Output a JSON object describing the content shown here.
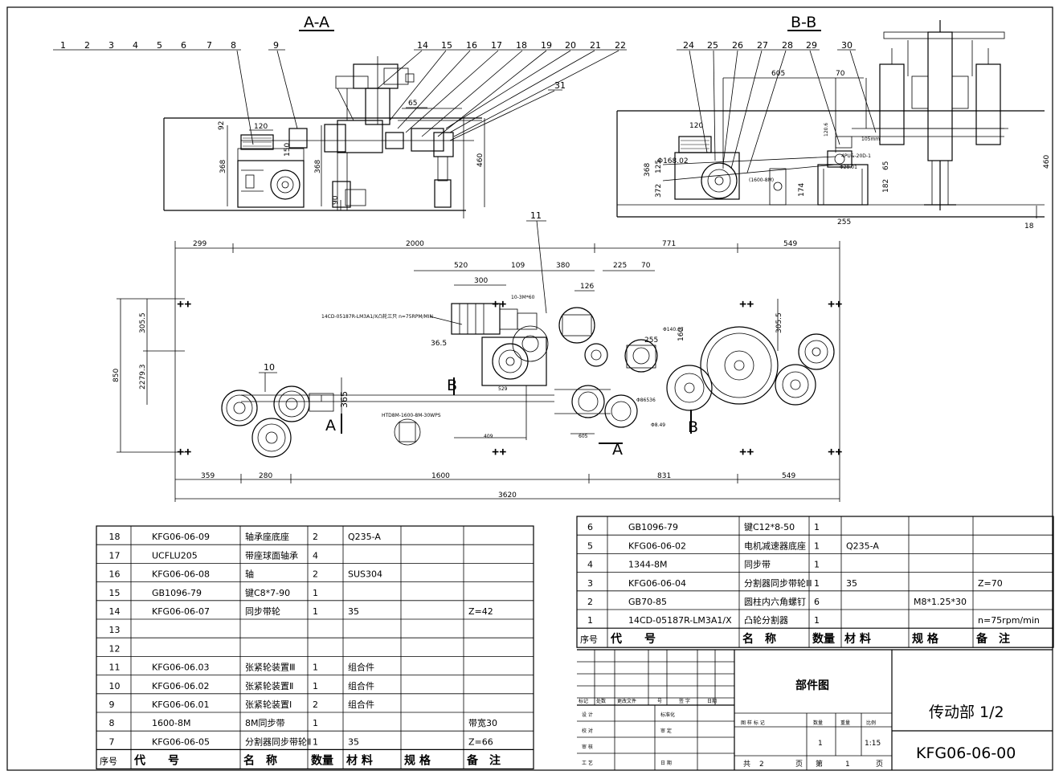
{
  "sections": {
    "aa": "A-A",
    "bb": "B-B",
    "a_marker": "A",
    "b_marker": "B"
  },
  "balloons_aa": [
    "1",
    "2",
    "3",
    "4",
    "5",
    "6",
    "7",
    "8",
    "9",
    "14",
    "15",
    "16",
    "17",
    "18",
    "19",
    "20",
    "21",
    "22",
    "31"
  ],
  "balloons_bb": [
    "24",
    "25",
    "26",
    "27",
    "28",
    "29",
    "30"
  ],
  "balloons_plan": [
    "10",
    "11"
  ],
  "dims_aa": [
    "120",
    "92",
    "368",
    "368",
    "460",
    "150",
    "90",
    "65"
  ],
  "dims_bb": [
    "605",
    "70",
    "120",
    "120.6",
    "4PU&-20D-1",
    "Φ168.02",
    "105mm",
    "368",
    "125",
    "372",
    "Φ28.01",
    "182",
    "174",
    "65",
    "(1600-8M)",
    "255",
    "460",
    "18"
  ],
  "plan": {
    "top_dims": [
      "299",
      "2000",
      "771",
      "549"
    ],
    "mid_dims": [
      "520",
      "109",
      "380",
      "225",
      "70",
      "300",
      "126"
    ],
    "bottom_dims": [
      "359",
      "280",
      "1600",
      "831",
      "549"
    ],
    "overall_width": "3620",
    "left_dims": [
      "850",
      "305.5",
      "2279.3"
    ],
    "right_dims": [
      "305.5"
    ],
    "misc_dims": [
      "36.5",
      "529",
      "365",
      "409",
      "605",
      "160",
      "255",
      "Φ140.07",
      "Φ8.49",
      "Φ86536"
    ],
    "motor_label": "14CD-05187R-LM3A1/X凸轮三只 n=75RPM/MIN",
    "belt_label": "HTD8M-1600-8M-30WPS",
    "small_label": "10-3M*60"
  },
  "parts_left": {
    "rows": [
      [
        "18",
        "KFG06-06-09",
        "轴承座底座",
        "2",
        "Q235-A",
        "",
        ""
      ],
      [
        "17",
        "UCFLU205",
        "带座球面轴承",
        "4",
        "",
        "",
        ""
      ],
      [
        "16",
        "KFG06-06-08",
        "轴",
        "2",
        "SUS304",
        "",
        ""
      ],
      [
        "15",
        "GB1096-79",
        "键C8*7-90",
        "1",
        "",
        "",
        ""
      ],
      [
        "14",
        "KFG06-06-07",
        "同步带轮",
        "1",
        "35",
        "",
        "Z=42"
      ],
      [
        "13",
        "",
        "",
        "",
        "",
        "",
        ""
      ],
      [
        "12",
        "",
        "",
        "",
        "",
        "",
        ""
      ],
      [
        "11",
        "KFG06-06.03",
        "张紧轮装置Ⅲ",
        "1",
        "组合件",
        "",
        ""
      ],
      [
        "10",
        "KFG06-06.02",
        "张紧轮装置Ⅱ",
        "1",
        "组合件",
        "",
        ""
      ],
      [
        "9",
        "KFG06-06.01",
        "张紧轮装置Ⅰ",
        "2",
        "组合件",
        "",
        ""
      ],
      [
        "8",
        "1600-8M",
        "8M同步带",
        "1",
        "",
        "",
        "带宽30"
      ],
      [
        "7",
        "KFG06-06-05",
        "分割器同步带轮Ⅱ",
        "1",
        "35",
        "",
        "Z=66"
      ]
    ],
    "header": [
      "序号",
      "代　　号",
      "名　称",
      "数量",
      "材 料",
      "规 格",
      "备　注"
    ]
  },
  "parts_right": {
    "rows": [
      [
        "6",
        "GB1096-79",
        "键C12*8-50",
        "1",
        "",
        "",
        ""
      ],
      [
        "5",
        "KFG06-06-02",
        "电机减速器底座",
        "1",
        "Q235-A",
        "",
        ""
      ],
      [
        "4",
        "1344-8M",
        "同步带",
        "1",
        "",
        "",
        ""
      ],
      [
        "3",
        "KFG06-06-04",
        "分割器同步带轮Ⅲ",
        "1",
        "35",
        "",
        "Z=70"
      ],
      [
        "2",
        "GB70-85",
        "圆柱内六角螺钉",
        "6",
        "",
        "M8*1.25*30",
        ""
      ],
      [
        "1",
        "14CD-05187R-LM3A1/X",
        "凸轮分割器",
        "1",
        "",
        "",
        "n=75rpm/min"
      ]
    ],
    "header": [
      "序号",
      "代　　号",
      "名　称",
      "数量",
      "材 料",
      "规 格",
      "备　注"
    ]
  },
  "title_block": {
    "drawing_kind": "部件图",
    "title": "传动部 1/2",
    "code": "KFG06-06-00",
    "rev_headers": [
      "标记",
      "处数",
      "更改文件",
      "号",
      "签 字",
      "日期"
    ],
    "sign_rows": [
      "设 计",
      "校 对",
      "审 核",
      "工 艺"
    ],
    "sign_mid": [
      "标准化",
      "审 定",
      "",
      "日 期"
    ],
    "stage_headers": [
      "图 样 标 记",
      "数量",
      "重量",
      "比例"
    ],
    "quantity": "1",
    "scale": "1:15",
    "sheet": [
      "共",
      "2",
      "页",
      "第",
      "1",
      "页"
    ]
  }
}
